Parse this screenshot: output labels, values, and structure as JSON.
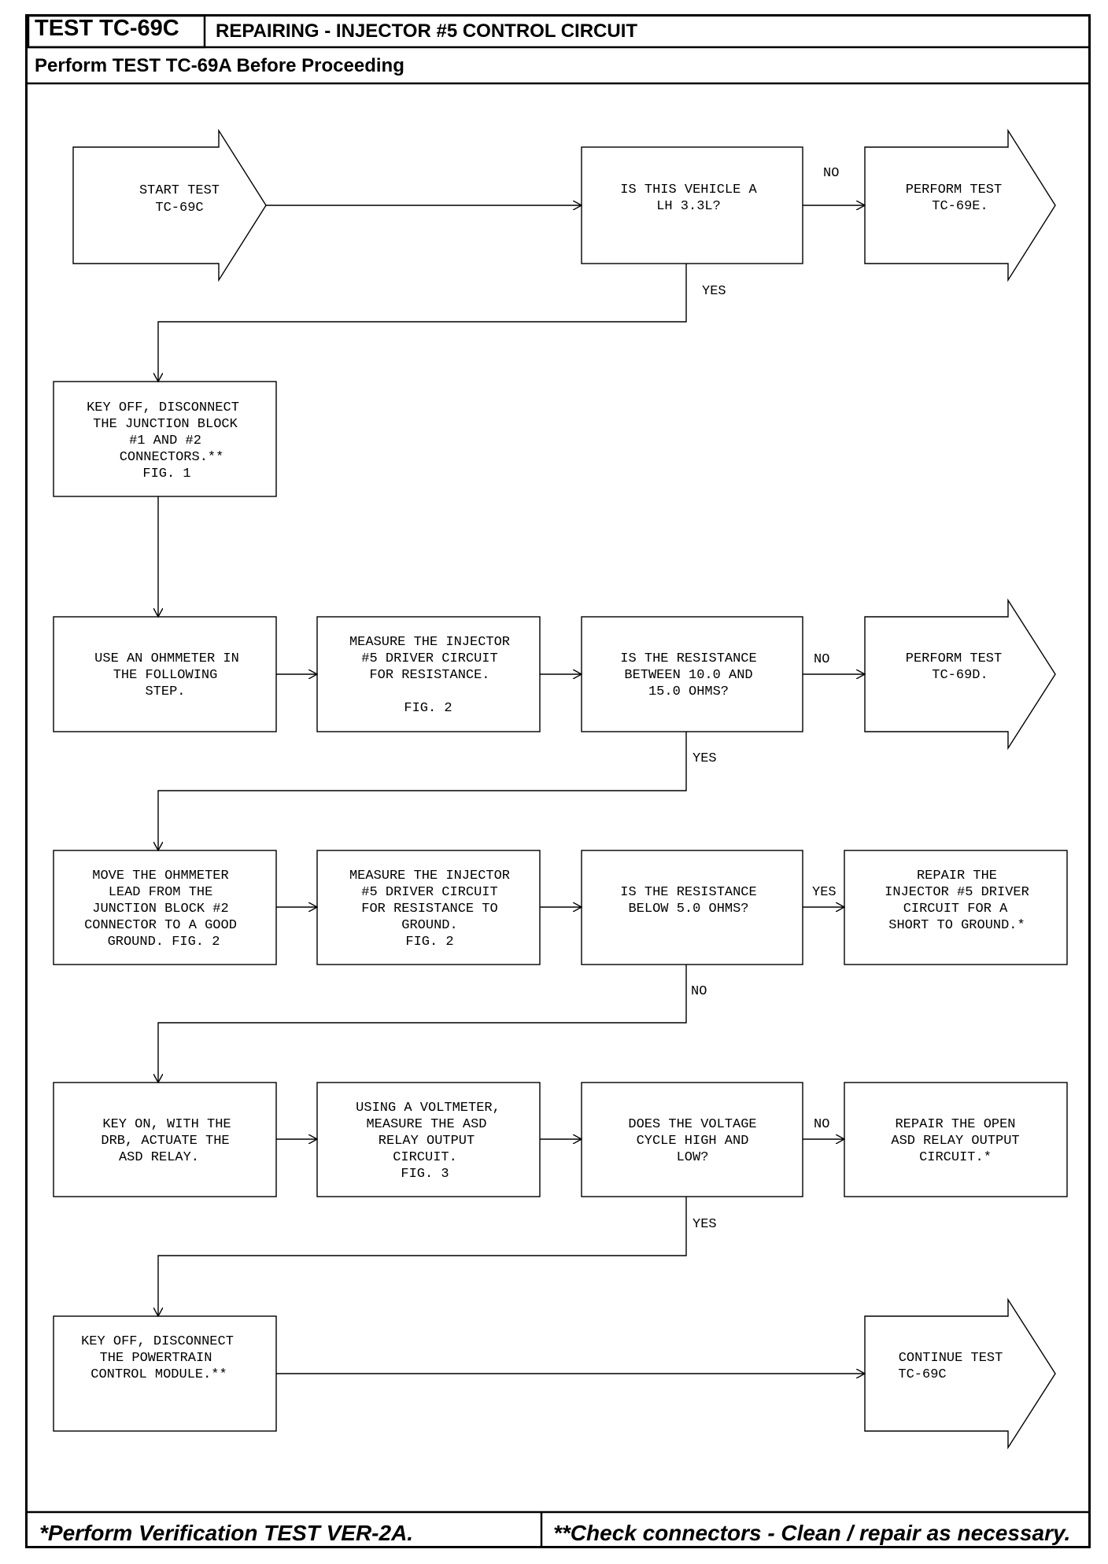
{
  "header": {
    "test_id": "TEST TC-69C",
    "title": "REPAIRING - INJECTOR #5 CONTROL CIRCUIT",
    "prerequisite": "Perform TEST TC-69A Before Proceeding"
  },
  "flow": {
    "start": [
      "START TEST",
      "TC-69C"
    ],
    "q_vehicle": [
      "IS THIS VEHICLE A",
      "LH 3.3L?"
    ],
    "perform_69e": [
      "PERFORM TEST",
      "TC-69E."
    ],
    "key_off_jb": [
      "KEY OFF, DISCONNECT",
      "THE JUNCTION BLOCK",
      "#1 AND #2",
      "CONNECTORS.**",
      "FIG. 1"
    ],
    "use_ohmmeter": [
      "USE AN OHMMETER IN",
      "THE FOLLOWING",
      "STEP."
    ],
    "measure_resistance": [
      "MEASURE THE INJECTOR",
      "#5 DRIVER CIRCUIT",
      "FOR RESISTANCE.",
      "",
      "FIG. 2"
    ],
    "q_resistance_range": [
      "IS THE RESISTANCE",
      "BETWEEN 10.0 AND",
      "15.0 OHMS?"
    ],
    "perform_69d": [
      "PERFORM TEST",
      "TC-69D."
    ],
    "move_lead": [
      "MOVE THE OHMMETER",
      "LEAD FROM THE",
      "JUNCTION BLOCK #2",
      "CONNECTOR TO A GOOD",
      "GROUND. FIG. 2"
    ],
    "measure_to_ground": [
      "MEASURE THE INJECTOR",
      "#5 DRIVER CIRCUIT",
      "FOR RESISTANCE TO",
      "GROUND.",
      "FIG. 2"
    ],
    "q_below_5": [
      "IS THE RESISTANCE",
      "BELOW 5.0 OHMS?"
    ],
    "repair_short": [
      "REPAIR THE",
      "INJECTOR #5 DRIVER",
      "CIRCUIT FOR A",
      "SHORT TO GROUND.*"
    ],
    "key_on_drb": [
      "KEY ON, WITH THE",
      "DRB, ACTUATE THE",
      "ASD RELAY."
    ],
    "using_voltmeter": [
      "USING A VOLTMETER,",
      "MEASURE THE ASD",
      "RELAY OUTPUT",
      "CIRCUIT.",
      "FIG. 3"
    ],
    "q_voltage_cycle": [
      "DOES THE VOLTAGE",
      "CYCLE HIGH AND",
      "LOW?"
    ],
    "repair_open": [
      "REPAIR THE OPEN",
      "ASD RELAY OUTPUT",
      "CIRCUIT.*"
    ],
    "key_off_pcm": [
      "KEY OFF, DISCONNECT",
      "THE POWERTRAIN",
      "CONTROL MODULE.**"
    ],
    "continue": [
      "CONTINUE TEST",
      "TC-69C"
    ]
  },
  "labels": {
    "yes": "YES",
    "no": "NO"
  },
  "footer": {
    "left": "*Perform Verification TEST VER-2A.",
    "right": "**Check connectors - Clean / repair as necessary."
  }
}
